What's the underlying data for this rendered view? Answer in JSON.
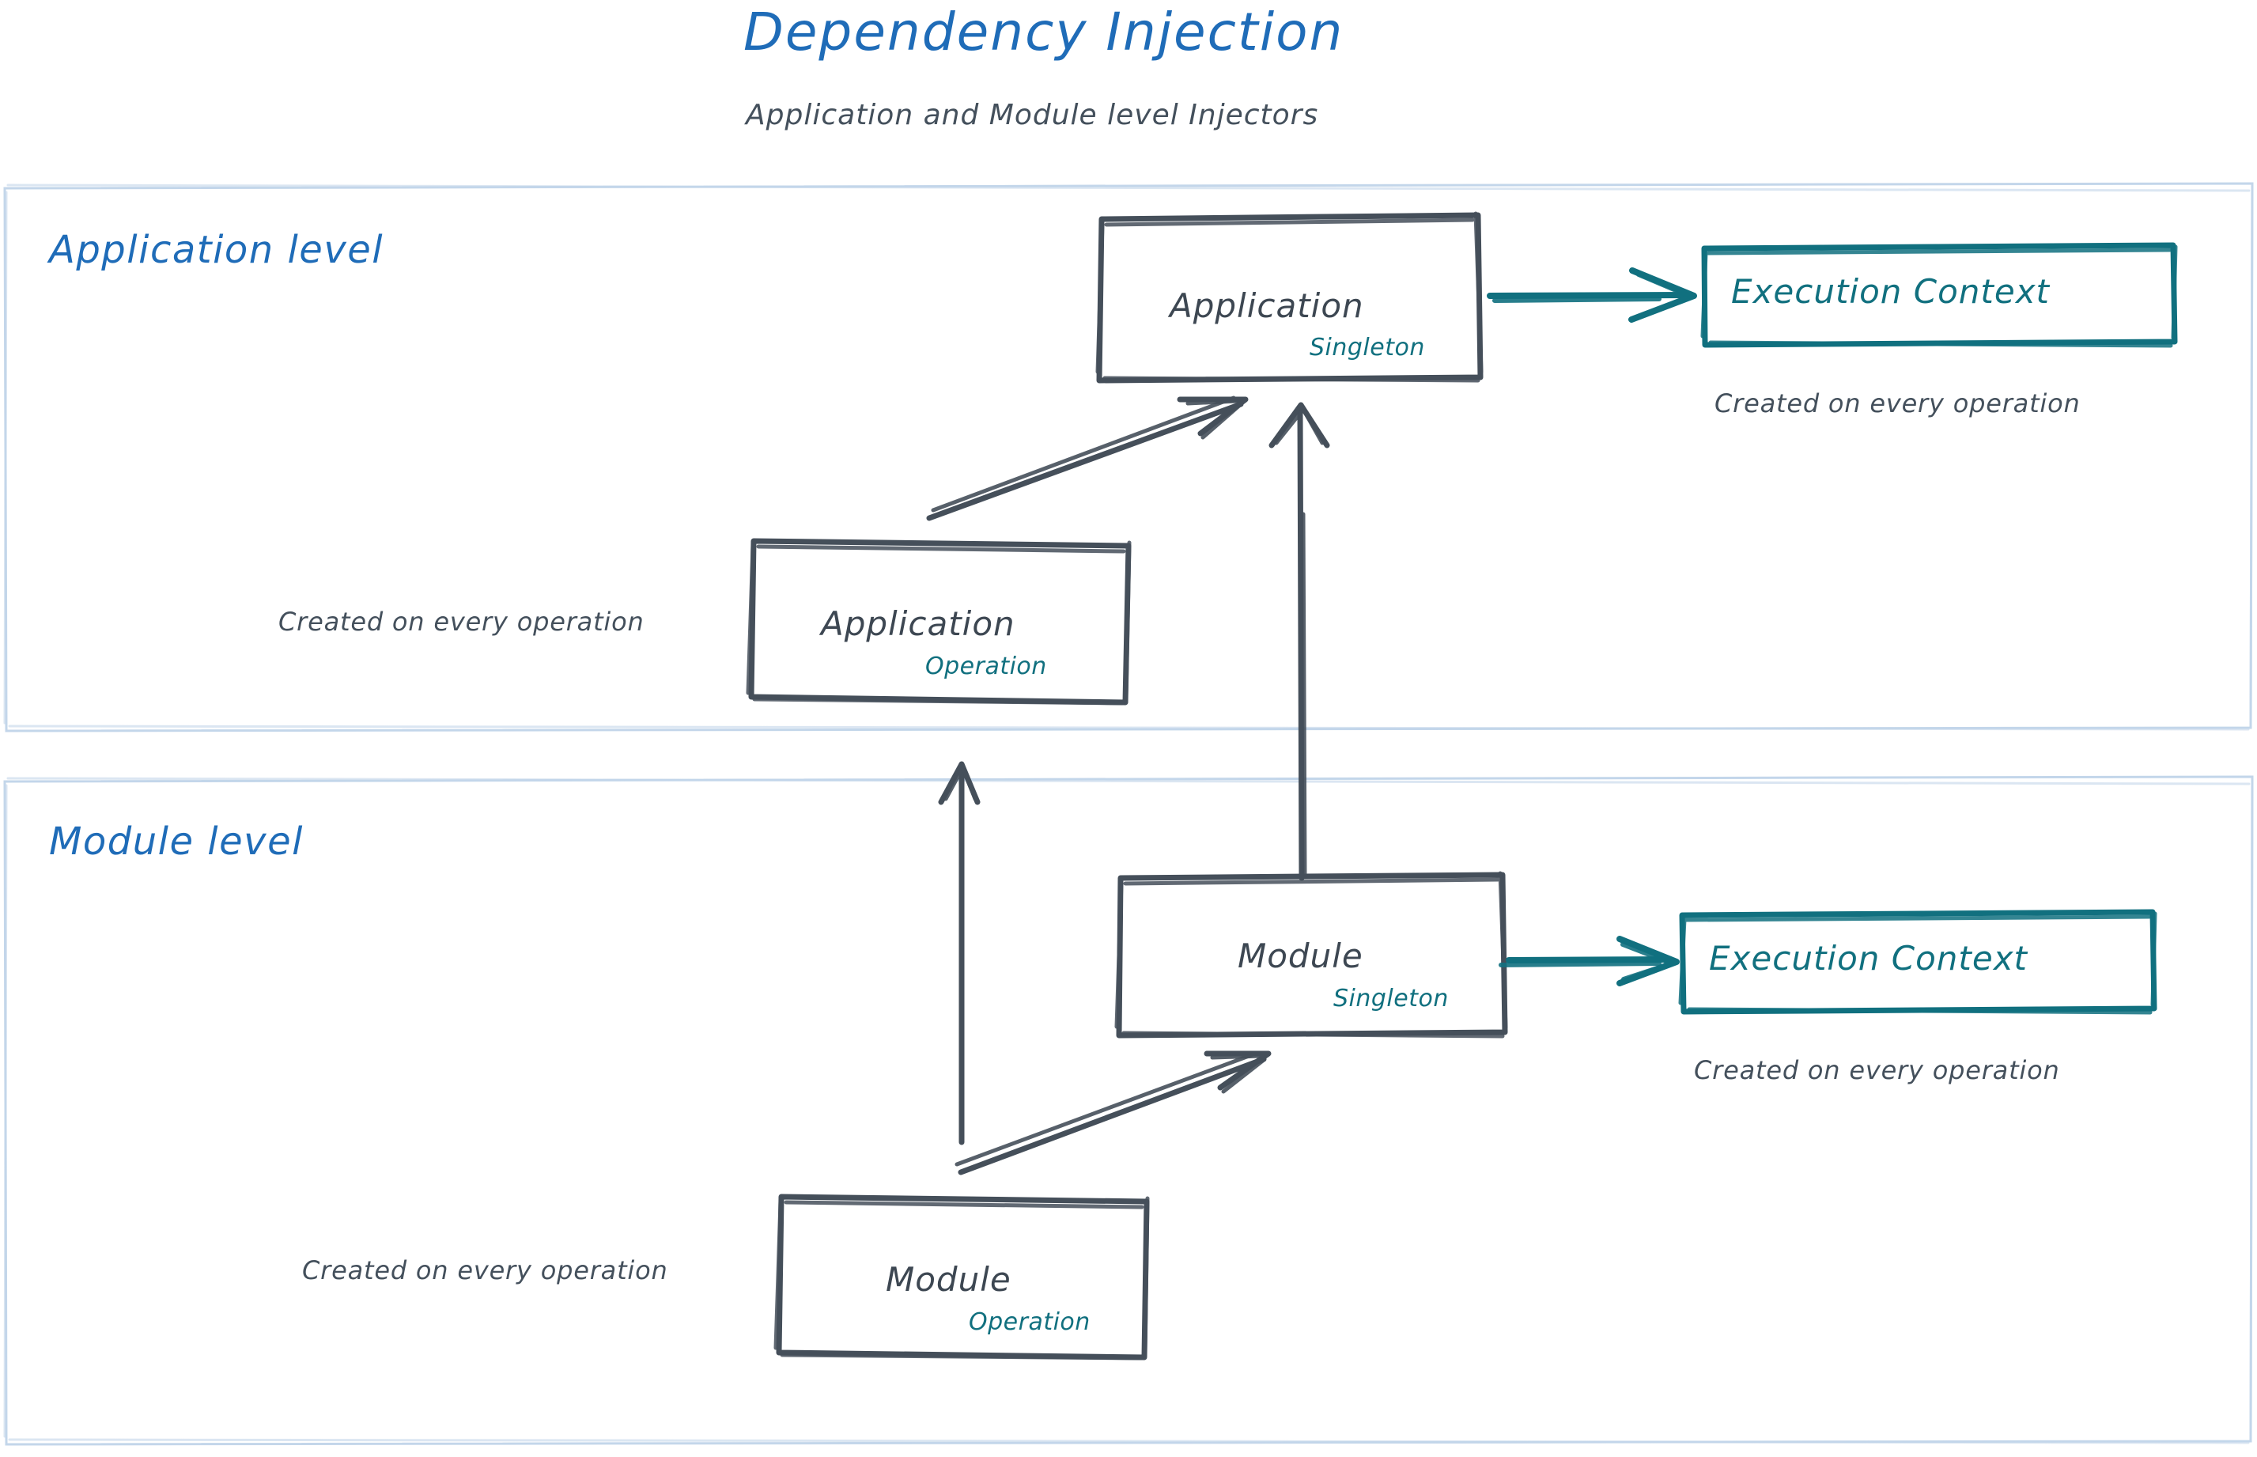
{
  "header": {
    "title": "Dependency Injection",
    "subtitle": "Application and Module level Injectors"
  },
  "colors": {
    "title_blue": "#1f6cb8",
    "zone_border": "#bcd3ea",
    "ink_gray": "#3d4752",
    "note_gray": "#44505c",
    "teal": "#11707f"
  },
  "zones": [
    {
      "id": "application-level",
      "label": "Application level"
    },
    {
      "id": "module-level",
      "label": "Module level"
    }
  ],
  "nodes": {
    "app_singleton": {
      "title": "Application",
      "scope": "Singleton"
    },
    "app_operation": {
      "title": "Application",
      "scope": "Operation"
    },
    "module_singleton": {
      "title": "Module",
      "scope": "Singleton"
    },
    "module_operation": {
      "title": "Module",
      "scope": "Operation"
    },
    "app_execution_context": {
      "title": "Execution Context"
    },
    "module_execution_context": {
      "title": "Execution Context"
    }
  },
  "notes": {
    "app_context_note": "Created on every operation",
    "app_operation_note": "Created on every operation",
    "module_context_note": "Created on every operation",
    "module_operation_note": "Created on every operation"
  },
  "diagram_meta": {
    "type": "diagram",
    "edges": [
      {
        "from": "app_singleton",
        "to": "app_execution_context",
        "style": "teal-arrow"
      },
      {
        "from": "app_operation",
        "to": "app_singleton",
        "style": "gray-arrow-diagonal"
      },
      {
        "from": "module_singleton",
        "to": "app_singleton",
        "style": "gray-arrow-vertical"
      },
      {
        "from": "module_operation",
        "to": "module_singleton",
        "style": "gray-arrow-diagonal"
      },
      {
        "from": "module_operation",
        "to": "app_operation",
        "style": "gray-arrow-vertical"
      },
      {
        "from": "module_singleton",
        "to": "module_execution_context",
        "style": "teal-arrow"
      }
    ]
  }
}
